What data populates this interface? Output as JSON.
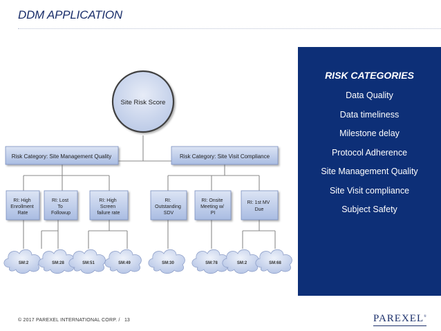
{
  "slide": {
    "title": "DDM APPLICATION",
    "footer": "© 2017 PAREXEL INTERNATIONAL CORP.  /",
    "page_number": "13",
    "logo_text": "PAREXEL",
    "logo_mark": "®"
  },
  "diagram": {
    "root": "Site Risk Score",
    "categories": [
      "Risk Category: Site Management Quality",
      "Risk Category: Site Visit Compliance"
    ],
    "indicators": [
      [
        "RI: High",
        "Enrollment",
        "Rate"
      ],
      [
        "RI: Lost",
        "To",
        "Followup"
      ],
      [
        "RI: High",
        "Screen",
        "failure rate"
      ],
      [
        "RI:",
        "Outstanding",
        "SDV"
      ],
      [
        "RI: Onsite",
        "Meeting w/",
        "PI"
      ],
      [
        "RI: 1st MV",
        "Due"
      ]
    ],
    "sites": [
      "SM:2",
      "SM:28",
      "SM:51",
      "SM:49",
      "SM:30",
      "SM:78",
      "SM:2",
      "SM:68"
    ]
  },
  "panel": {
    "heading": "RISK CATEGORIES",
    "items": [
      "Data Quality",
      "Data timeliness",
      "Milestone delay",
      "Protocol Adherence",
      "Site Management Quality",
      "Site Visit compliance",
      "Subject Safety"
    ]
  },
  "colors": {
    "panel_bg": "#0d2f77",
    "box_fill": "#b8c7e6",
    "box_border": "#7a8fc0",
    "title": "#1b2f6b"
  }
}
